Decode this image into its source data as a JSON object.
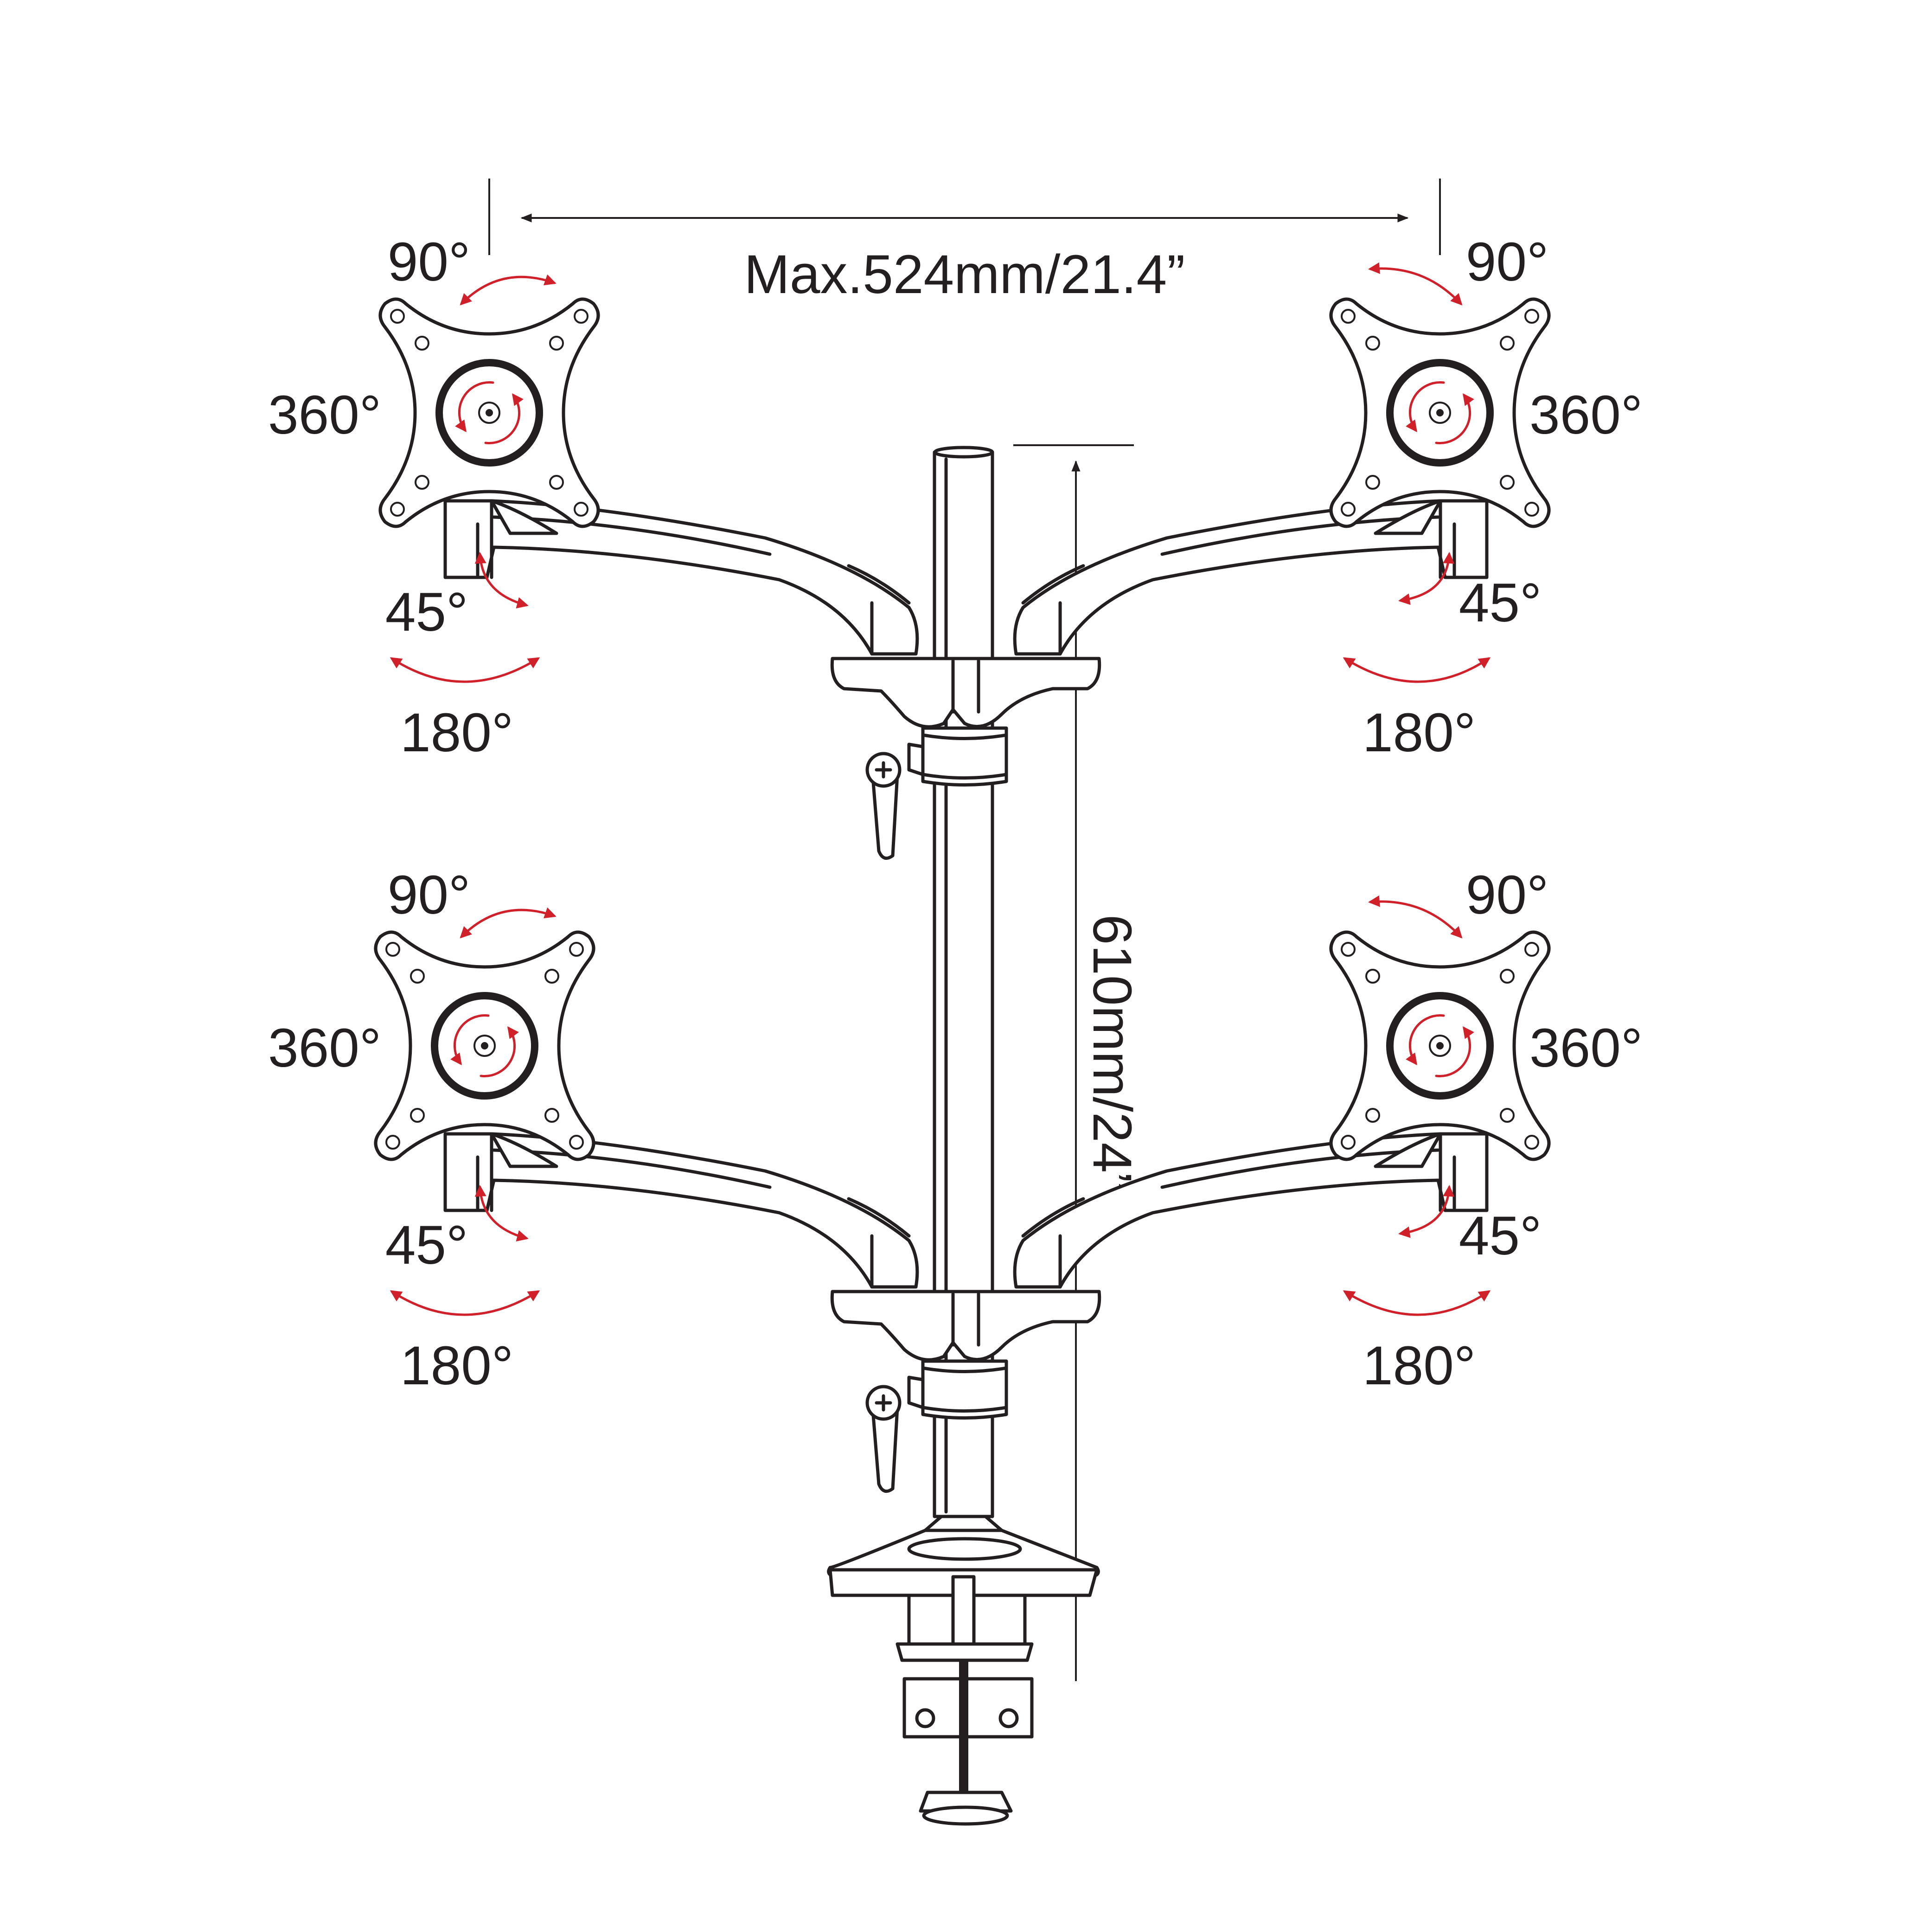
{
  "dimensions": {
    "max_width_label": "Max.524mm/21.4”",
    "height_label": "610mm/24”"
  },
  "angles": {
    "tilt": "90°",
    "rotation": "360°",
    "swivel_head": "45°",
    "swivel_arm": "180°"
  },
  "colors": {
    "ink": "#231f20",
    "arrow": "#d0202a",
    "background": "#ffffff"
  }
}
